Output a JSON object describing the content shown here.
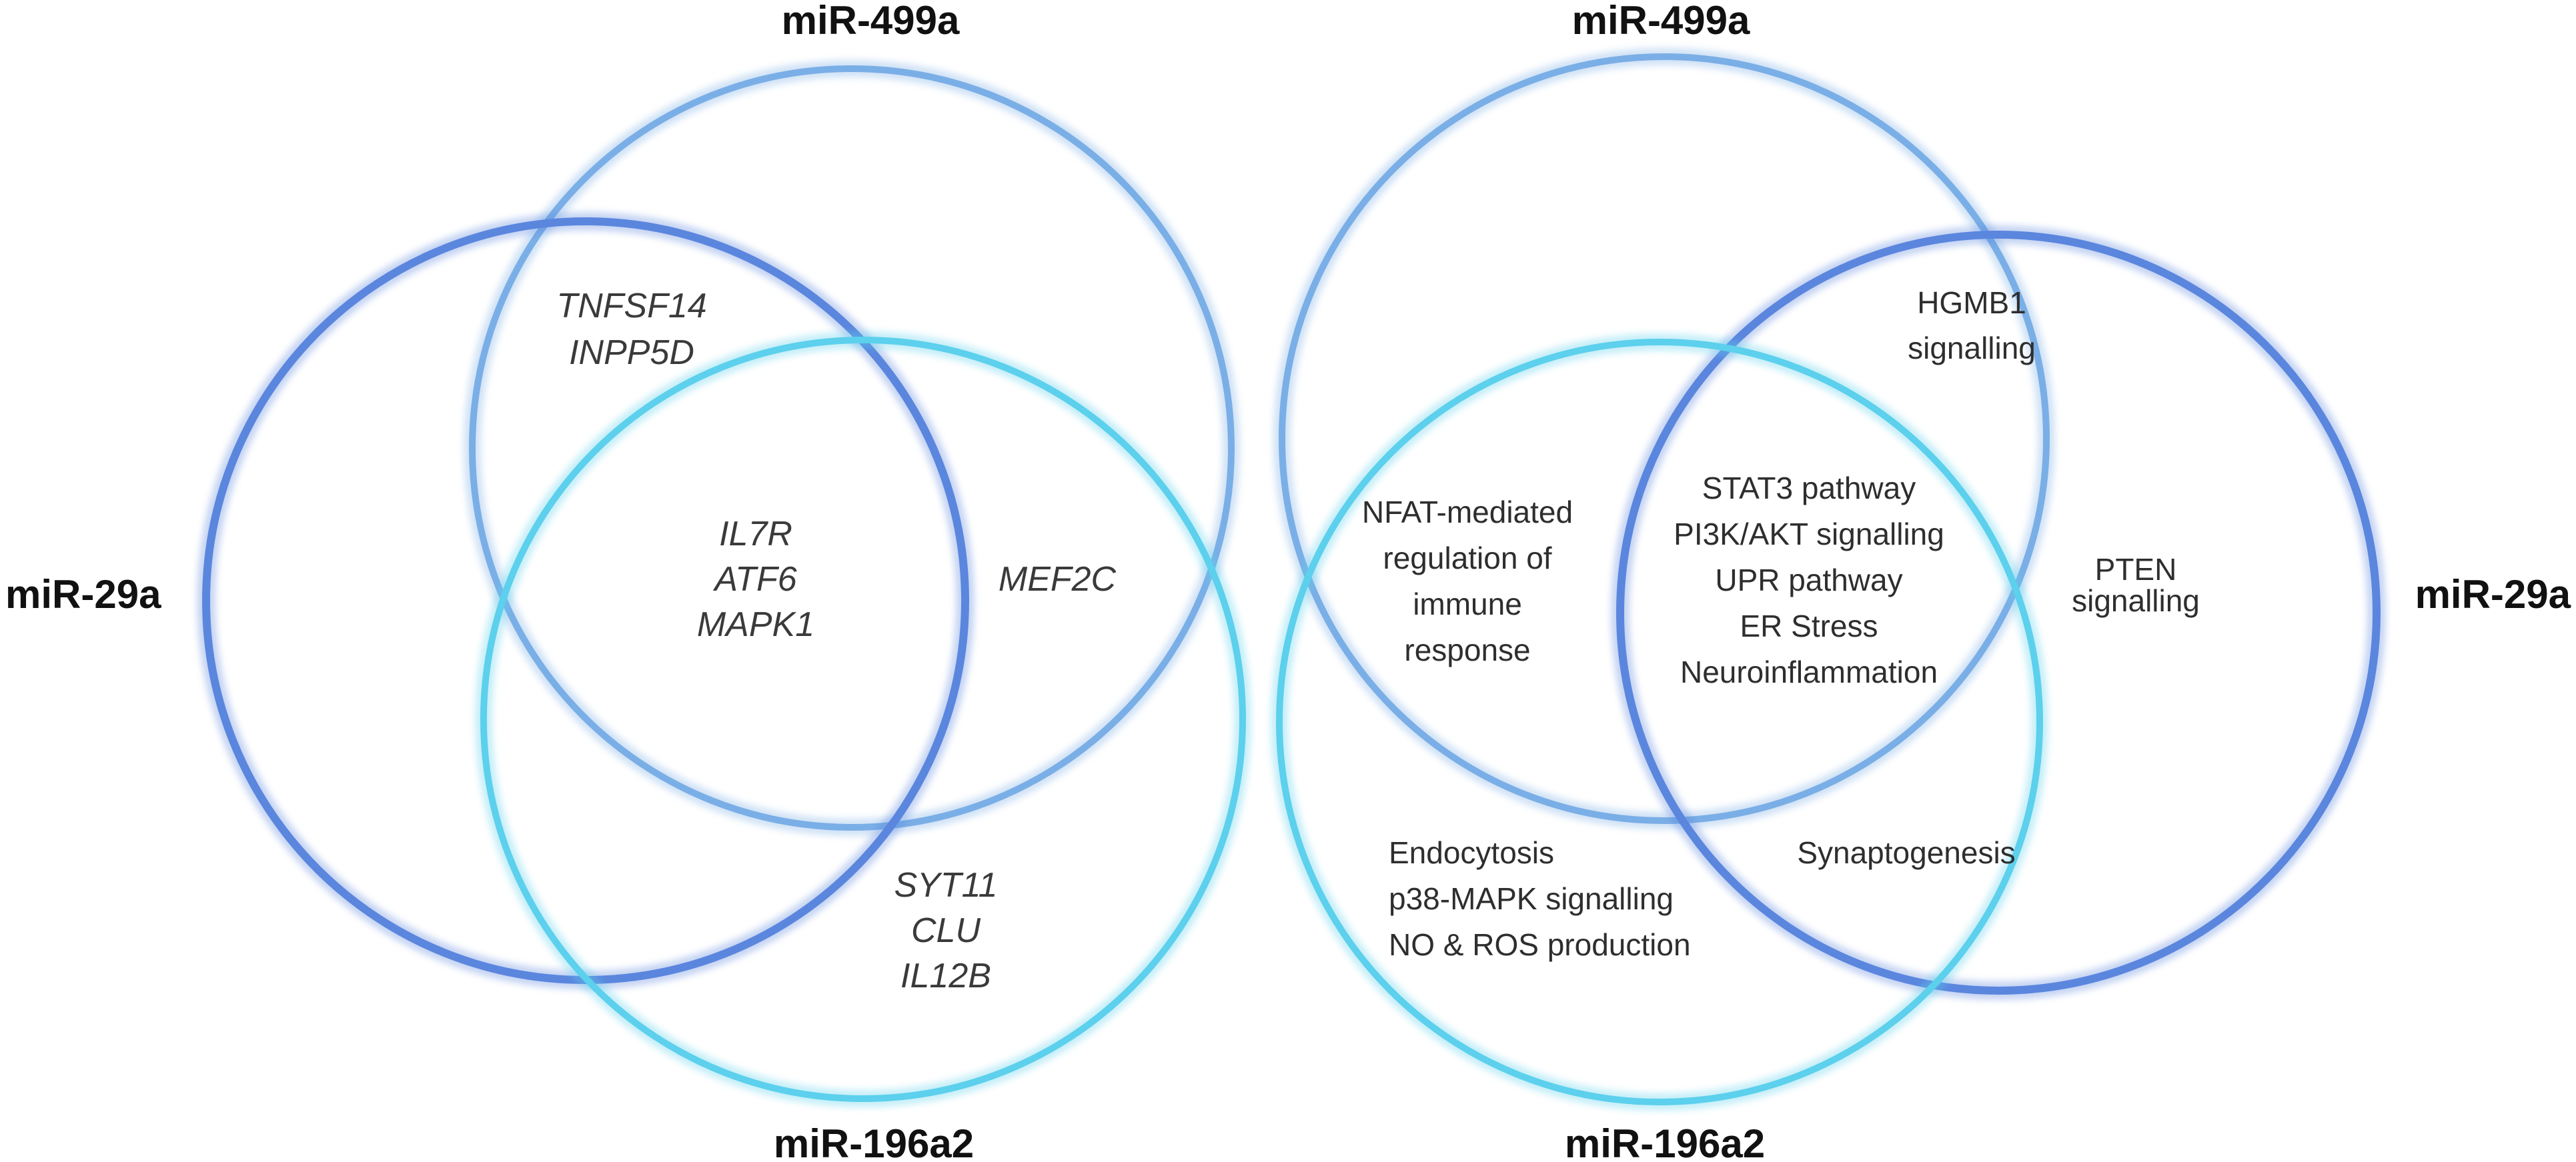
{
  "colors": {
    "mir499a_ring": "#7aaee6",
    "mir29a_ring": "#5b86de",
    "mir196a2_ring": "#5cd0ec",
    "label_text": "#111111",
    "gene_text": "#3a3a3a",
    "pathway_text": "#2e2e2e"
  },
  "genes_diagram": {
    "labels": {
      "mir499a": "miR-499a",
      "mir29a": "miR-29a",
      "mir196a2": "miR-196a2"
    },
    "regions": {
      "mir29a_mir499a": [
        "TNFSF14",
        "INPP5D"
      ],
      "all_three": [
        "IL7R",
        "ATF6",
        "MAPK1"
      ],
      "mir499a_mir196a2": [
        "MEF2C"
      ],
      "mir29a_mir196a2": [
        "SYT11",
        "CLU",
        "IL12B"
      ]
    }
  },
  "pathways_diagram": {
    "labels": {
      "mir499a": "miR-499a",
      "mir29a": "miR-29a",
      "mir196a2": "miR-196a2"
    },
    "regions": {
      "mir499a_mir29a": [
        "HGMB1",
        "signalling"
      ],
      "mir499a_mir196a2": [
        "NFAT-mediated",
        "regulation of",
        "immune",
        "response"
      ],
      "all_three": [
        "STAT3 pathway",
        "PI3K/AKT signalling",
        "UPR pathway",
        "ER Stress",
        "Neuroinflammation"
      ],
      "mir29a_only": [
        "PTEN",
        "signalling"
      ],
      "mir196a2_only": [
        "Endocytosis",
        "p38-MAPK signalling",
        "NO & ROS production"
      ],
      "mir29a_mir196a2": [
        "Synaptogenesis"
      ]
    }
  }
}
